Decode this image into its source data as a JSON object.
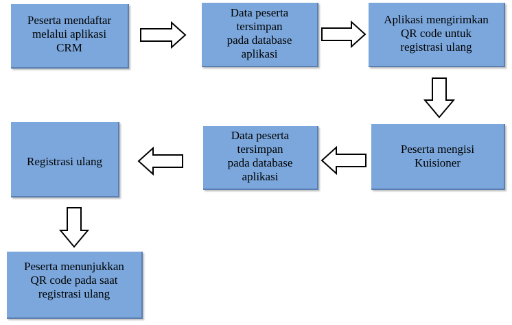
{
  "diagram": {
    "colors": {
      "box_fill": "#7ba7dc",
      "box_edge": "#5b7fb0",
      "arrow_fill": "#ffffff",
      "arrow_stroke": "#000000"
    },
    "boxes": [
      {
        "id": "step-1",
        "text": "Peserta mendaftar\nmelalui aplikasi\nCRM"
      },
      {
        "id": "step-2",
        "text": "Data peserta\ntersimpan\npada database\naplikasi"
      },
      {
        "id": "step-3",
        "text": "Aplikasi mengirimkan\nQR code untuk\nregistrasi ulang"
      },
      {
        "id": "step-4",
        "text": "Peserta mengisi\nKuisioner"
      },
      {
        "id": "step-5",
        "text": "Data peserta\ntersimpan\npada database\naplikasi"
      },
      {
        "id": "step-6",
        "text": "Registrasi ulang"
      },
      {
        "id": "step-7",
        "text": "Peserta menunjukkan\nQR code pada saat\nregistrasi ulang"
      }
    ],
    "arrows": [
      {
        "from": "step-1",
        "to": "step-2",
        "direction": "right"
      },
      {
        "from": "step-2",
        "to": "step-3",
        "direction": "right"
      },
      {
        "from": "step-3",
        "to": "step-4",
        "direction": "down"
      },
      {
        "from": "step-4",
        "to": "step-5",
        "direction": "left"
      },
      {
        "from": "step-5",
        "to": "step-6",
        "direction": "left"
      },
      {
        "from": "step-6",
        "to": "step-7",
        "direction": "down"
      }
    ]
  }
}
